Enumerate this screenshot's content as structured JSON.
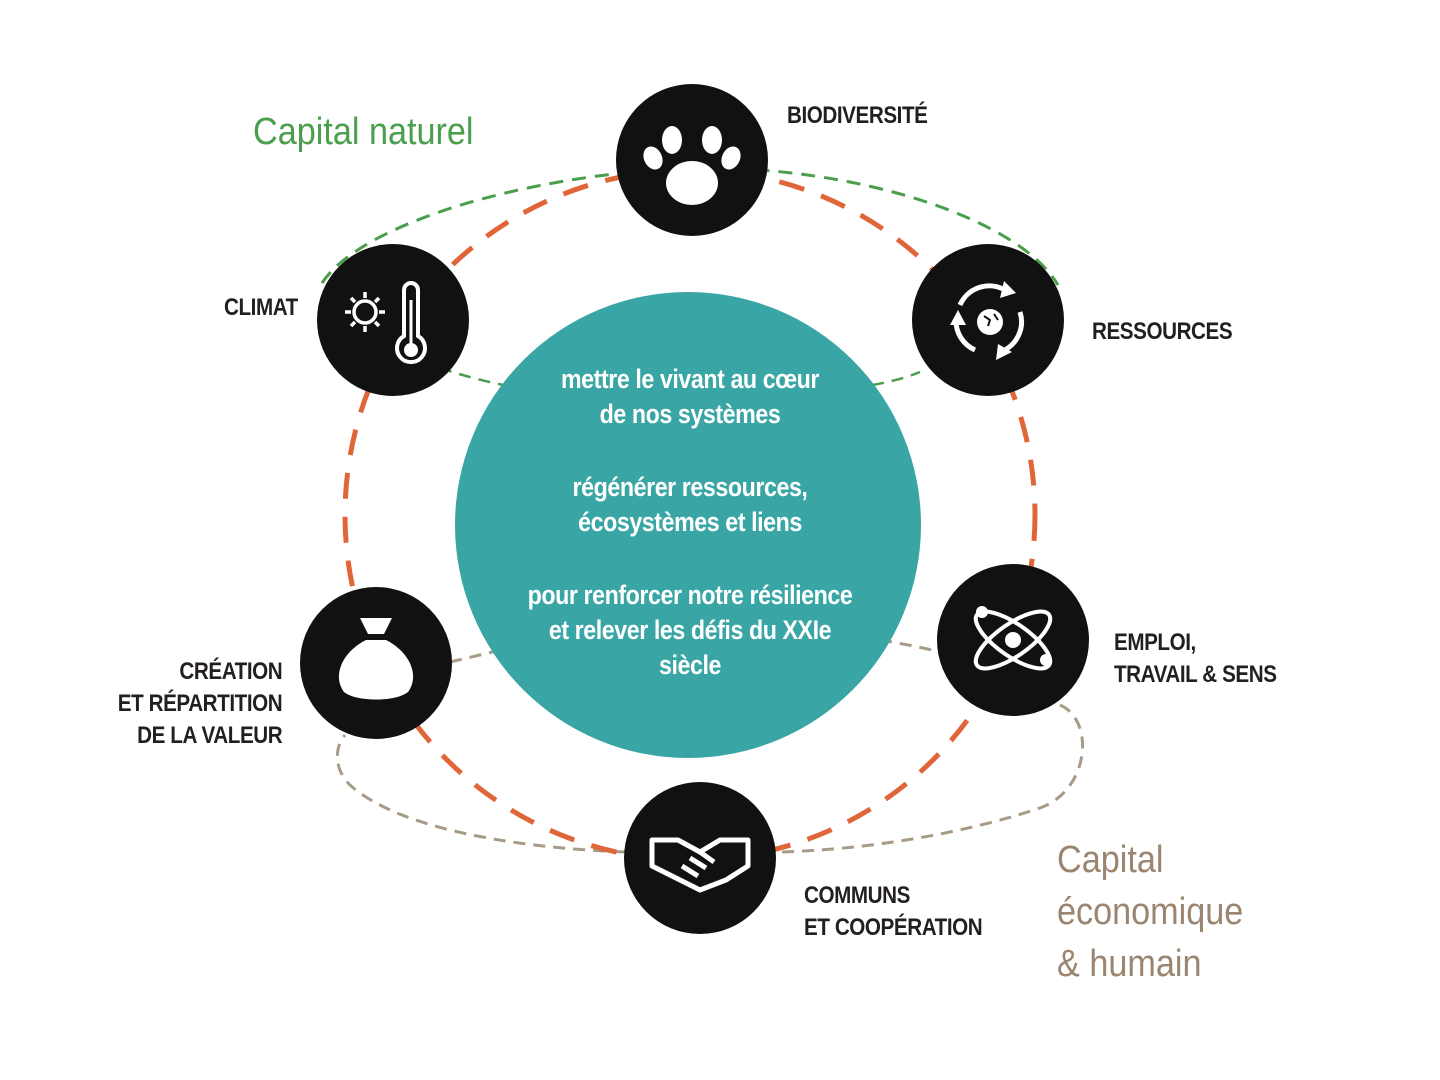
{
  "capitals": {
    "naturel": {
      "label": "Capital naturel",
      "color": "#4a9e4c"
    },
    "economique": {
      "lines": [
        "Capital",
        "économique",
        "& humain"
      ],
      "color": "#9b8570"
    }
  },
  "center": {
    "color": "#3aa5a5",
    "statements": [
      [
        "mettre le vivant au cœur",
        "de nos systèmes"
      ],
      [
        "régénérer  ressources,",
        "écosystèmes et  liens"
      ],
      [
        "pour renforcer notre résilience",
        "et relever les défis du XXIe",
        "siècle"
      ]
    ]
  },
  "pillars": {
    "biodiversite": {
      "icon": "paw-icon",
      "lines": [
        "BIODIVERSITÉ"
      ]
    },
    "ressources": {
      "icon": "recycle-globe-icon",
      "lines": [
        "RESSOURCES"
      ]
    },
    "emploi": {
      "icon": "atom-icon",
      "lines": [
        "EMPLOI,",
        "TRAVAIL & SENS"
      ]
    },
    "communs": {
      "icon": "handshake-icon",
      "lines": [
        "COMMUNS",
        "ET COOPÉRATION"
      ]
    },
    "creation": {
      "icon": "money-bag-icon",
      "lines": [
        "CRÉATION",
        "ET RÉPARTITION",
        "DE LA VALEUR"
      ]
    },
    "climat": {
      "icon": "sun-thermometer-icon",
      "lines": [
        "CLIMAT"
      ]
    }
  },
  "colors": {
    "orange_ring": "#e0663a",
    "green_loop": "#4a9e4c",
    "brown_loop": "#a79a86",
    "icon_circle": "#111111"
  }
}
